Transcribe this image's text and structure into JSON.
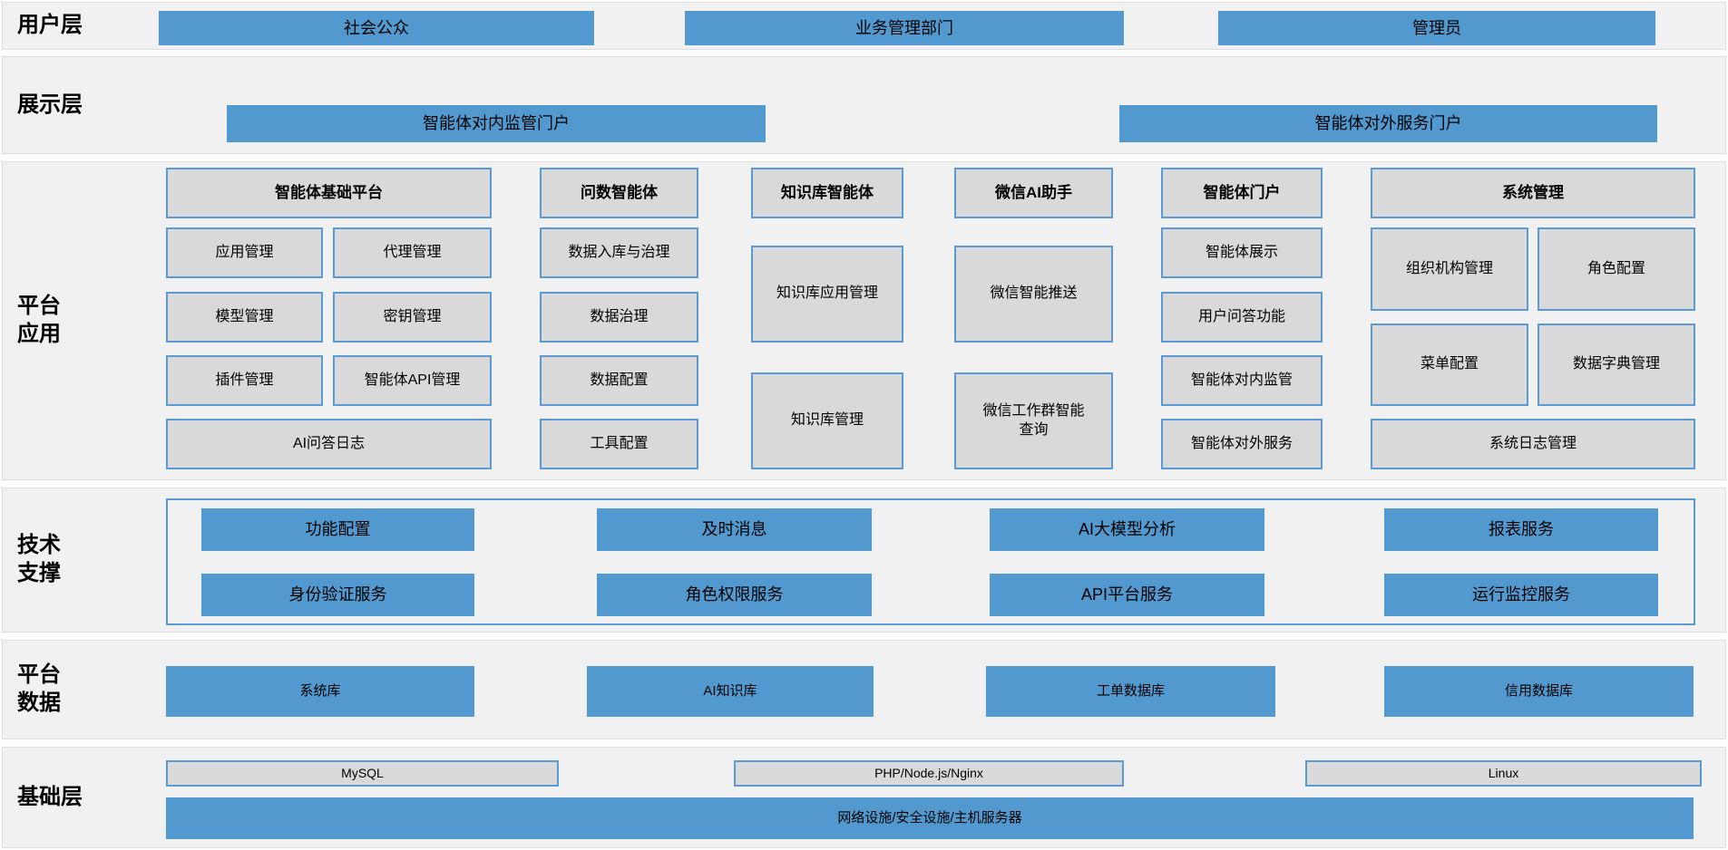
{
  "colors": {
    "accent_blue": "#5199ce",
    "node_gray": "#d9d9d9",
    "border_blue": "#5b9bd5",
    "band_bg": "#f1f1f1",
    "text": "#000000"
  },
  "user_layer": {
    "label": "用户层",
    "items": [
      "社会公众",
      "业务管理部门",
      "管理员"
    ]
  },
  "display_layer": {
    "label": "展示层",
    "items": [
      "智能体对内监管门户",
      "智能体对外服务门户"
    ]
  },
  "app_layer": {
    "label_lines": [
      "平台",
      "应用"
    ],
    "columns": [
      {
        "header": "智能体基础平台",
        "items": [
          "应用管理",
          "代理管理",
          "模型管理",
          "密钥管理",
          "插件管理",
          "智能体API管理",
          "AI问答日志"
        ]
      },
      {
        "header": "问数智能体",
        "items": [
          "数据入库与治理",
          "数据治理",
          "数据配置",
          "工具配置"
        ]
      },
      {
        "header": "知识库智能体",
        "items": [
          "知识库应用管理",
          "知识库管理"
        ]
      },
      {
        "header": "微信AI助手",
        "items": [
          "微信智能推送",
          "微信工作群智能查询"
        ]
      },
      {
        "header": "智能体门户",
        "items": [
          "智能体展示",
          "用户问答功能",
          "智能体对内监管",
          "智能体对外服务"
        ]
      },
      {
        "header": "系统管理",
        "items": [
          "组织机构管理",
          "角色配置",
          "菜单配置",
          "数据字典管理",
          "系统日志管理"
        ]
      }
    ]
  },
  "tech_layer": {
    "label_lines": [
      "技术",
      "支撑"
    ],
    "row1": [
      "功能配置",
      "及时消息",
      "AI大模型分析",
      "报表服务"
    ],
    "row2": [
      "身份验证服务",
      "角色权限服务",
      "API平台服务",
      "运行监控服务"
    ]
  },
  "data_layer": {
    "label_lines": [
      "平台",
      "数据"
    ],
    "items": [
      "系统库",
      "AI知识库",
      "工单数据库",
      "信用数据库"
    ]
  },
  "base_layer": {
    "label": "基础层",
    "items": [
      "MySQL",
      "PHP/Node.js/Nginx",
      "Linux"
    ],
    "bar": "网络设施/安全设施/主机服务器"
  }
}
